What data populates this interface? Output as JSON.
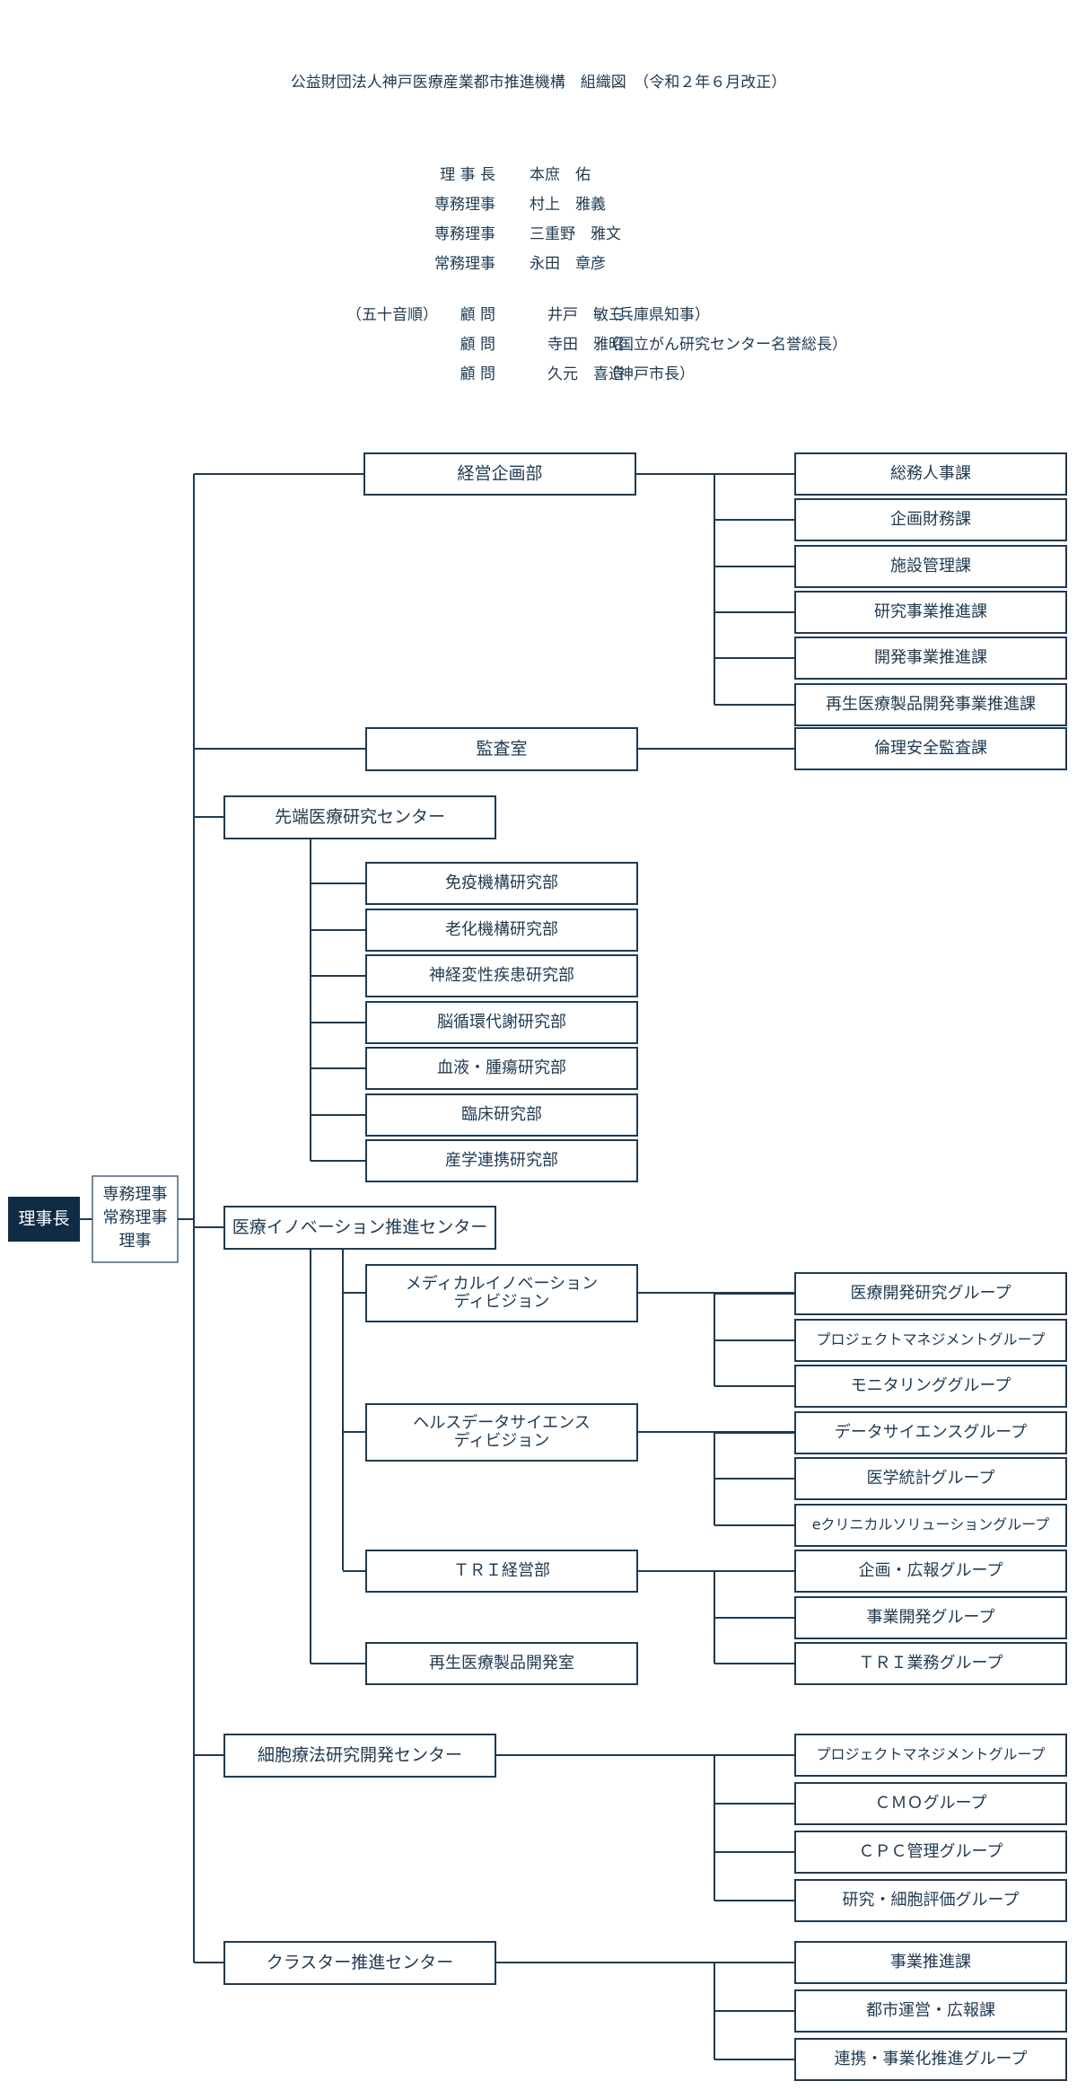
{
  "title": "公益財団法人神戸医療産業都市推進機構　組織図　（令和２年６月改正）",
  "officers": [
    {
      "role": "理 事 長",
      "name": "本庶　佑",
      "note": ""
    },
    {
      "role": "専務理事",
      "name": "村上　雅義",
      "note": ""
    },
    {
      "role": "専務理事",
      "name": "三重野　雅文",
      "note": ""
    },
    {
      "role": "常務理事",
      "name": "永田　章彦",
      "note": ""
    }
  ],
  "advisors_prefix": "（五十音順）",
  "advisors": [
    {
      "role": "顧 問",
      "name": "井戸　敏三",
      "note": "（兵庫県知事）"
    },
    {
      "role": "顧 問",
      "name": "寺田　雅昭",
      "note": "（国立がん研究センター名誉総長）"
    },
    {
      "role": "顧 問",
      "name": "久元　喜造",
      "note": "（神戸市長）"
    }
  ],
  "root": {
    "label": "理事長"
  },
  "executives": {
    "lines": [
      "専務理事",
      "常務理事",
      "理事"
    ]
  },
  "colors": {
    "line": "#1f3a52",
    "root_fill": "#0f2c44",
    "root_text": "#ffffff",
    "box_text": "#1f3a52"
  },
  "branches": [
    {
      "label": "経営企画部",
      "children": [
        {
          "label": "総務人事課"
        },
        {
          "label": "企画財務課"
        },
        {
          "label": "施設管理課"
        },
        {
          "label": "研究事業推進課"
        },
        {
          "label": "開発事業推進課"
        },
        {
          "label": "再生医療製品開発事業推進課"
        }
      ]
    },
    {
      "label": "監査室",
      "children": [
        {
          "label": "倫理安全監査課"
        }
      ]
    },
    {
      "label": "先端医療研究センター",
      "children": [
        {
          "label": "免疫機構研究部"
        },
        {
          "label": "老化機構研究部"
        },
        {
          "label": "神経変性疾患研究部"
        },
        {
          "label": "脳循環代謝研究部"
        },
        {
          "label": "血液・腫瘍研究部"
        },
        {
          "label": "臨床研究部"
        },
        {
          "label": "産学連携研究部"
        }
      ]
    },
    {
      "label": "医療イノベーション推進センター",
      "children": [
        {
          "label": "メディカルイノベーション\nディビジョン",
          "children": [
            {
              "label": "医療開発研究グループ"
            },
            {
              "label": "プロジェクトマネジメントグループ"
            },
            {
              "label": "モニタリンググループ"
            }
          ]
        },
        {
          "label": "ヘルスデータサイエンス\nディビジョン",
          "children": [
            {
              "label": "データサイエンスグループ"
            },
            {
              "label": "医学統計グループ"
            },
            {
              "label": "eクリニカルソリューショングループ"
            }
          ]
        },
        {
          "label": "ＴＲＩ経営部",
          "children": [
            {
              "label": "企画・広報グループ"
            },
            {
              "label": "事業開発グループ"
            },
            {
              "label": "ＴＲＩ業務グループ"
            }
          ]
        },
        {
          "label": "再生医療製品開発室"
        }
      ]
    },
    {
      "label": "細胞療法研究開発センター",
      "children": [
        {
          "label": "プロジェクトマネジメントグループ"
        },
        {
          "label": "ＣＭＯグループ"
        },
        {
          "label": "ＣＰＣ管理グループ"
        },
        {
          "label": "研究・細胞評価グループ"
        }
      ]
    },
    {
      "label": "クラスター推進センター",
      "children": [
        {
          "label": "事業推進課"
        },
        {
          "label": "都市運営・広報課"
        },
        {
          "label": "連携・事業化推進グループ"
        }
      ]
    }
  ]
}
